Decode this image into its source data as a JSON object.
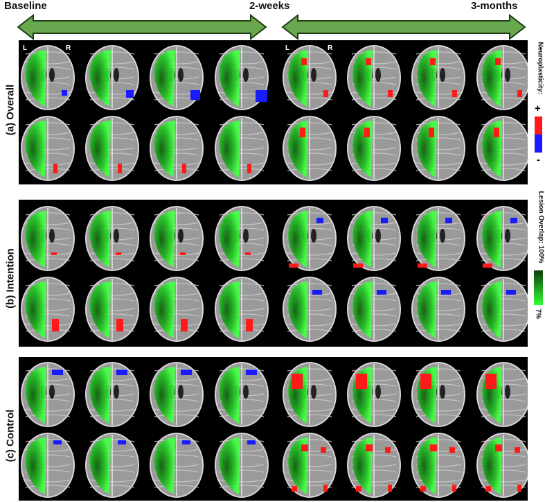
{
  "timeline": {
    "baseline": "Baseline",
    "two_weeks": "2-weeks",
    "three_months": "3-months",
    "arrow_color": "#6aa84f"
  },
  "panels": [
    {
      "label": "(a) Overall",
      "group_a": "L",
      "group_b": "R",
      "group_c": "L",
      "group_d": "R"
    },
    {
      "label": "(b) Intention"
    },
    {
      "label": "(c) Control"
    }
  ],
  "legend": {
    "neuroplasticity_title": "Neuroplasticity:",
    "plus": "+",
    "minus": "-",
    "lesion_title": "Lesion Overlap: 100%",
    "lesion_min": "7%",
    "pos_color": "#ff1a1a",
    "neg_color": "#1a1aff",
    "lesion_dark": "#0b3d0b",
    "lesion_light": "#33ff33"
  }
}
